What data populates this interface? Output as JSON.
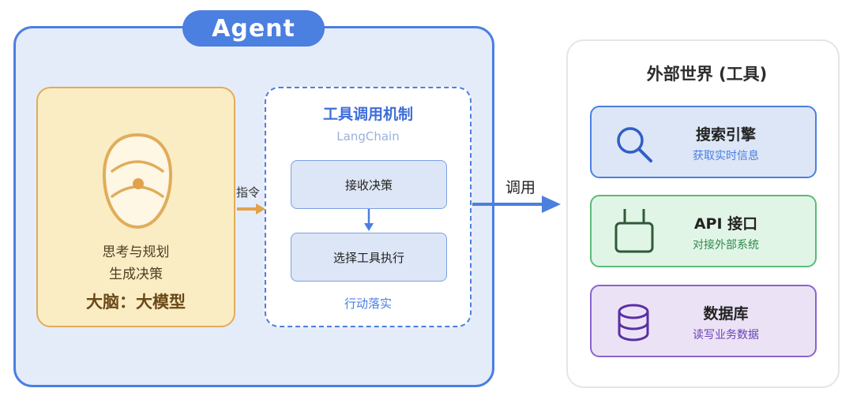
{
  "agent": {
    "label": "Agent",
    "brain": {
      "lines": [
        "思考与规划",
        "生成决策"
      ],
      "title": "大脑：大模型",
      "icon": "brain-head-icon"
    },
    "connector_label": "指令",
    "tool_mechanism": {
      "title": "工具调用机制",
      "subtitle": "LangChain",
      "steps": [
        "接收决策",
        "选择工具执行"
      ],
      "footer": "行动落实"
    }
  },
  "call_label": "调用",
  "external": {
    "title": "外部世界 (工具)",
    "cards": [
      {
        "title": "搜索引擎",
        "sub": "获取实时信息",
        "icon": "search-icon",
        "color": "#4b7fe0"
      },
      {
        "title": "API 接口",
        "sub": "对接外部系统",
        "icon": "plug-icon",
        "color": "#2f8a4c"
      },
      {
        "title": "数据库",
        "sub": "读写业务数据",
        "icon": "database-icon",
        "color": "#6a3fb5"
      }
    ]
  },
  "colors": {
    "agent_blue": "#4b7fe0",
    "brain_fill": "#faedc4",
    "brain_border": "#e1ac59",
    "arrow_orange": "#e1a24c"
  }
}
